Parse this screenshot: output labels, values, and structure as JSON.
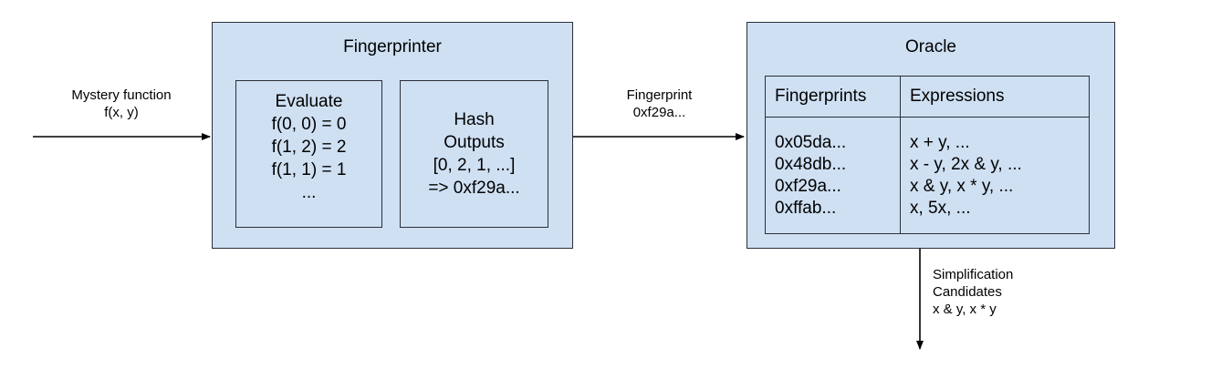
{
  "diagram": {
    "title_hidden": "",
    "accent_fill": "#cfe0f3",
    "stroke_color": "#2a2f38",
    "input_label": "Mystery function\nf(x, y)",
    "fingerprinter": {
      "title": "Fingerprinter",
      "evaluate": {
        "heading": "Evaluate",
        "lines": "f(0, 0) = 0\nf(1, 2) = 2\nf(1, 1) = 1\n..."
      },
      "hash": {
        "heading": "Hash\nOutputs",
        "lines": "[0, 2, 1, ...]\n=> 0xf29a..."
      }
    },
    "middle_label": "Fingerprint\n0xf29a...",
    "oracle": {
      "title": "Oracle",
      "columns": [
        "Fingerprints",
        "Expressions"
      ],
      "rows": [
        {
          "fingerprint": "0x05da...",
          "expressions": "x + y, ..."
        },
        {
          "fingerprint": "0x48db...",
          "expressions": "x - y, 2x & y, ..."
        },
        {
          "fingerprint": "0xf29a...",
          "expressions": "x & y, x * y, ..."
        },
        {
          "fingerprint": "0xffab...",
          "expressions": "x, 5x, ..."
        }
      ]
    },
    "output_label": "Simplification\nCandidates\nx & y, x * y"
  }
}
